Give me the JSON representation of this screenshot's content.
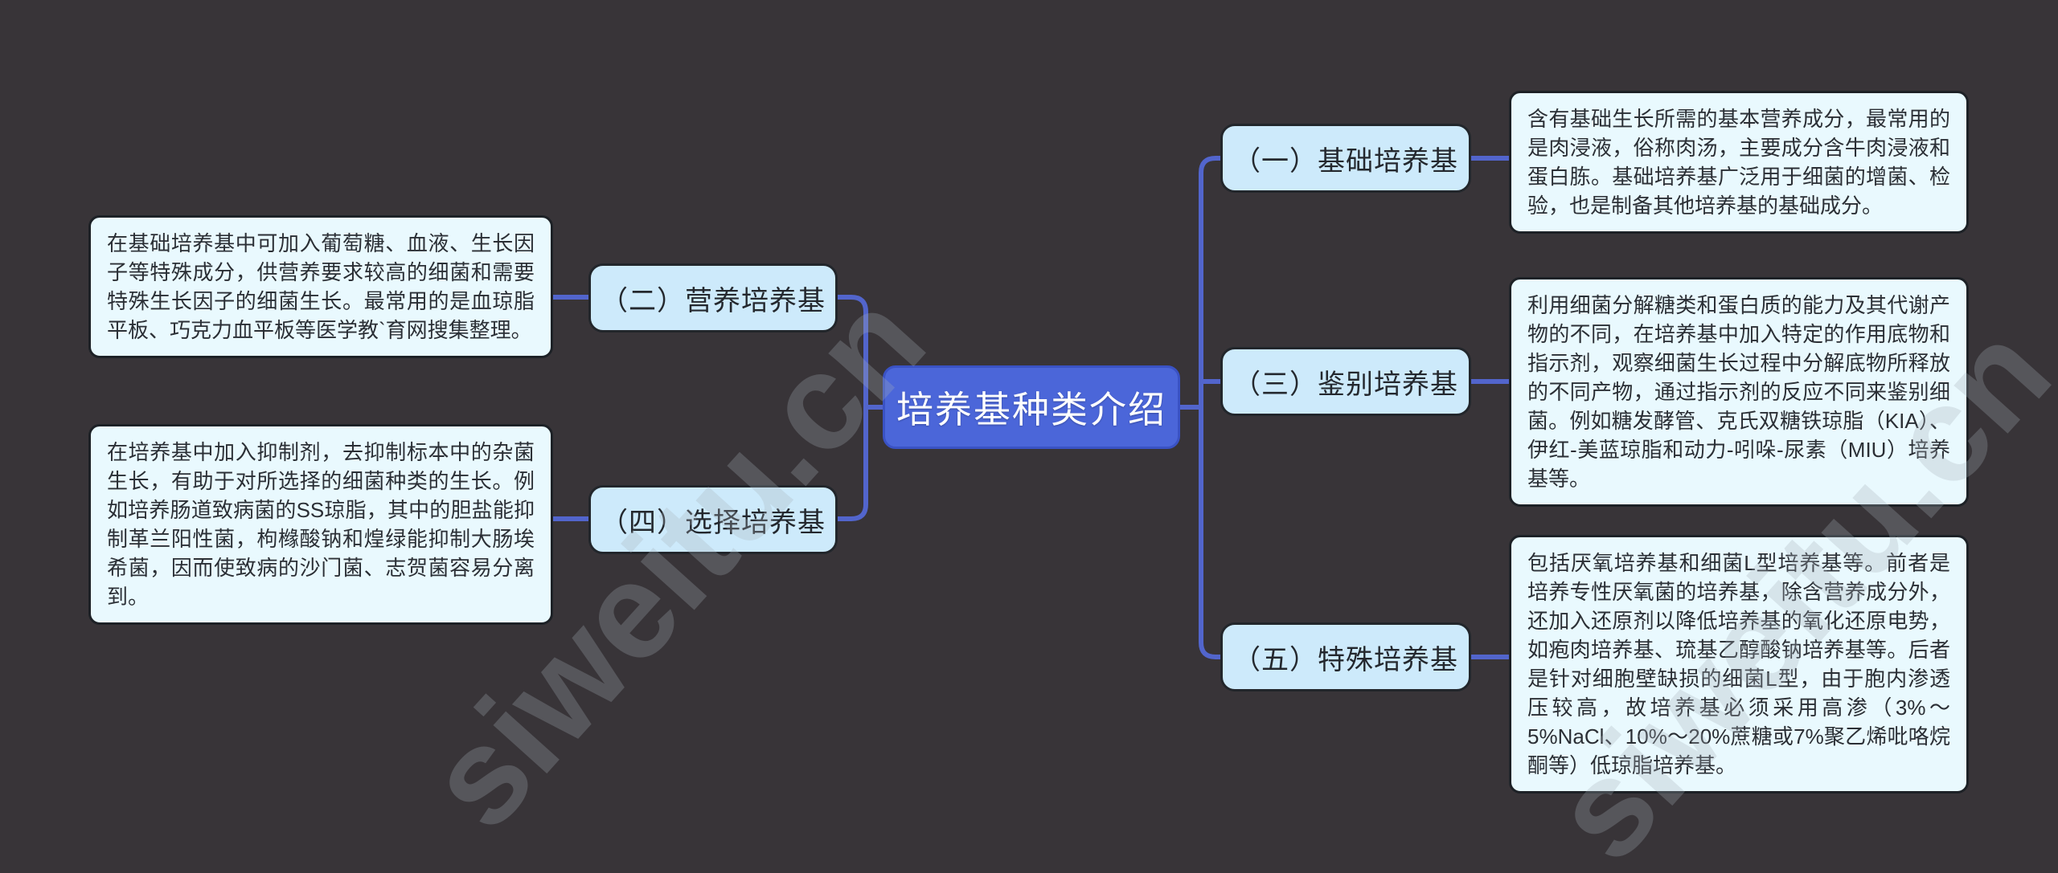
{
  "diagram": {
    "title": "培养基种类介绍",
    "root": {
      "label": "培养基种类介绍"
    },
    "left_branches": [
      {
        "label": "（二）营养培养基",
        "detail": "在基础培养基中可加入葡萄糖、血液、生长因子等特殊成分，供营养要求较高的细菌和需要特殊生长因子的细菌生长。最常用的是血琼脂平板、巧克力血平板等医学教`育网搜集整理。"
      },
      {
        "label": "（四）选择培养基",
        "detail": "在培养基中加入抑制剂，去抑制标本中的杂菌生长，有助于对所选择的细菌种类的生长。例如培养肠道致病菌的SS琼脂，其中的胆盐能抑制革兰阳性菌，枸橼酸钠和煌绿能抑制大肠埃希菌，因而使致病的沙门菌、志贺菌容易分离到。"
      }
    ],
    "right_branches": [
      {
        "label": "（一）基础培养基",
        "detail": "含有基础生长所需的基本营养成分，最常用的是肉浸液，俗称肉汤，主要成分含牛肉浸液和蛋白胨。基础培养基广泛用于细菌的增菌、检验，也是制备其他培养基的基础成分。"
      },
      {
        "label": "（三）鉴别培养基",
        "detail": "利用细菌分解糖类和蛋白质的能力及其代谢产物的不同，在培养基中加入特定的作用底物和指示剂，观察细菌生长过程中分解底物所释放的不同产物，通过指示剂的反应不同来鉴别细菌。例如糖发酵管、克氏双糖铁琼脂（KIA）、伊红-美蓝琼脂和动力-吲哚-尿素（MIU）培养基等。"
      },
      {
        "label": "（五）特殊培养基",
        "detail": "包括厌氧培养基和细菌L型培养基等。前者是培养专性厌氧菌的培养基，除含营养成分外，还加入还原剂以降低培养基的氧化还原电势，如疱肉培养基、琉基乙醇酸钠培养基等。后者是针对细胞壁缺损的细菌L型，由于胞内渗透压较高，故培养基必须采用高渗（3%～5%NaCl、10%～20%蔗糖或7%聚乙烯吡咯烷酮等）低琼脂培养基。"
      }
    ],
    "watermark": "siweitu.cn",
    "colors": {
      "background": "#383438",
      "root_fill": "#4b66d9",
      "root_border": "#3a52c4",
      "branch_fill": "#cdeafb",
      "branch_border": "#22262b",
      "leaf_fill": "#e9f9fe",
      "leaf_border": "#1d2126",
      "connector": "#5265cc",
      "root_text": "#ffffff",
      "branch_text": "#24282e",
      "leaf_text": "#2b2f35"
    }
  }
}
